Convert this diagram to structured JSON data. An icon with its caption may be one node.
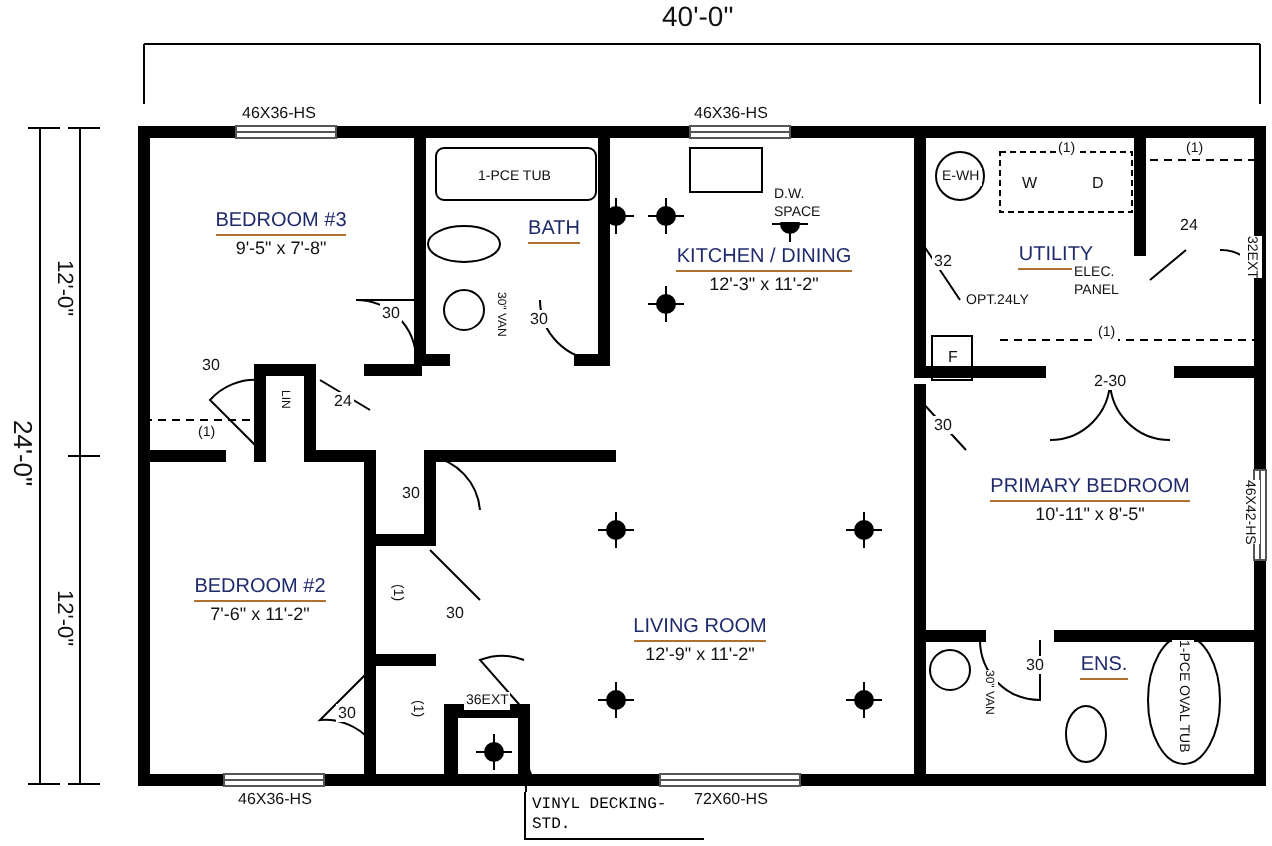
{
  "diagram": {
    "nodes": [
      {
        "text": [
          "BEDROOM #3",
          "9'-5\" x 7'-8\""
        ]
      },
      {
        "text": [
          "BATH"
        ]
      },
      {
        "text": [
          "KITCHEN / DINING",
          "12'-3\" x 11'-2\""
        ]
      },
      {
        "text": [
          "UTILITY"
        ]
      },
      {
        "text": [
          "PRIMARY BEDROOM",
          "10'-11\" x 8'-5\""
        ]
      },
      {
        "text": [
          "BEDROOM #2",
          "7'-6\" x 11'-2\""
        ]
      },
      {
        "text": [
          "LIVING ROOM",
          "12'-9\" x 11'-2\""
        ]
      },
      {
        "text": [
          "ENS."
        ]
      },
      {
        "text": [],
        "shape": "box"
      },
      {
        "text": [
          "VINYL DECKING-STD."
        ]
      }
    ],
    "edges": [
      {
        "from": 9,
        "to": 8,
        "arrow": "to"
      }
    ],
    "labels": [
      "40'-0\"",
      "24'-0\"",
      "12'-0\"",
      "12'-0\"",
      "46X36-HS",
      "46X36-HS",
      "1-PCE TUB",
      "D.W. SPACE",
      "E-WH",
      "(1)",
      "W",
      "D",
      "(1)",
      "24",
      "32EXT",
      "30",
      "30\" VAN",
      "30",
      "32",
      "OPT.24LY",
      "ELEC. PANEL",
      "30",
      "24",
      "LIN",
      "F",
      "(1)",
      "2-30",
      "(1)",
      "30",
      "30",
      "46X42-HS",
      "(1)",
      "30",
      "30\" VAN",
      "30",
      "1-PCE OVAL TUB",
      "30",
      "(1)",
      "36EXT",
      "46X36-HS",
      "72X60-HS"
    ]
  }
}
